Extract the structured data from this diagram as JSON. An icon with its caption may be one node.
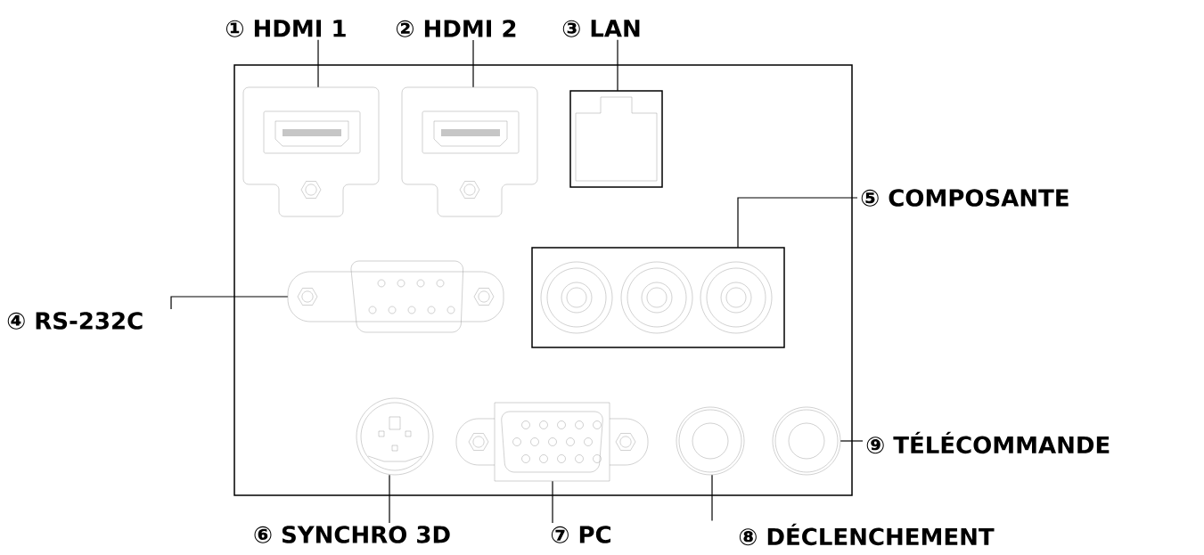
{
  "diagram": {
    "nodes": [
      {
        "text": [
          "① HDMI 1"
        ]
      },
      {
        "text": [
          "② HDMI 2"
        ]
      },
      {
        "text": [
          "③ LAN"
        ]
      },
      {
        "text": [
          "④ RS-232C"
        ]
      },
      {
        "text": [
          "⑤ COMPOSANTE"
        ]
      },
      {
        "text": [
          "⑥ SYNCHRO 3D"
        ]
      },
      {
        "text": [
          "⑦ PC"
        ]
      },
      {
        "text": [
          "⑧ DÉCLENCHEMENT"
        ]
      },
      {
        "text": [
          "⑨ TÉLÉCOMMANDE"
        ]
      },
      {
        "text": [],
        "shape": "picture"
      },
      {
        "text": [],
        "shape": "picture"
      },
      {
        "text": [],
        "shape": "picture"
      },
      {
        "text": [],
        "shape": "picture"
      },
      {
        "text": [],
        "shape": "picture"
      },
      {
        "text": [],
        "shape": "picture"
      },
      {
        "text": [],
        "shape": "picture"
      },
      {
        "text": [],
        "shape": "picture"
      },
      {
        "text": [],
        "shape": "picture"
      }
    ],
    "edges": [
      {
        "from": 0,
        "to": 9,
        "arrow": "none"
      },
      {
        "from": 1,
        "to": 10,
        "arrow": "none"
      },
      {
        "from": 2,
        "to": 11,
        "arrow": "none"
      },
      {
        "from": 3,
        "to": 12,
        "arrow": "none"
      },
      {
        "from": 4,
        "to": 13,
        "arrow": "none"
      },
      {
        "from": 5,
        "to": 14,
        "arrow": "none"
      },
      {
        "from": 6,
        "to": 15,
        "arrow": "none"
      },
      {
        "from": 7,
        "to": 16,
        "arrow": "none"
      },
      {
        "from": 8,
        "to": 17,
        "arrow": "none"
      }
    ]
  }
}
